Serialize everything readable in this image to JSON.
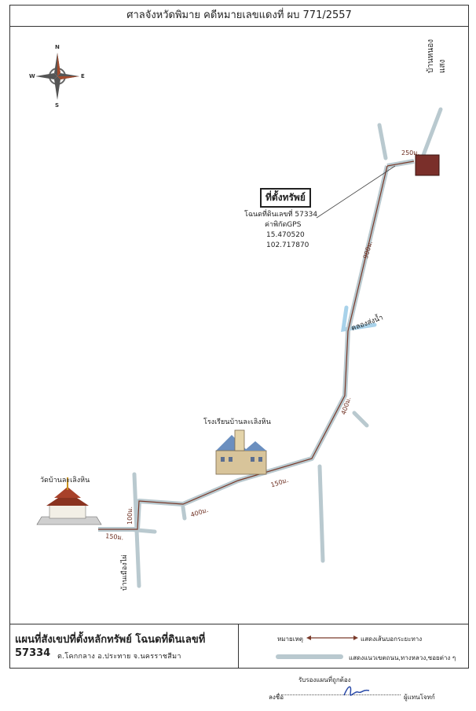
{
  "header": {
    "title": "ศาลจังหวัดพิมาย คดีหมายเลขแดงที่ ผบ 771/2557"
  },
  "compass": {
    "n": "N",
    "s": "S",
    "e": "E",
    "w": "W"
  },
  "property": {
    "heading": "ที่ตั้งทรัพย์",
    "deed": "โฉนดที่ดินเลขที่ 57334",
    "gps_label": "ค่าพิกัดGPS",
    "lat": "15.470520",
    "lon": "102.717870"
  },
  "places": {
    "village_ne": "บ้านหนองแสง",
    "canal": "คลองส่งน้ำ",
    "school": "โรงเรียนบ้านละเลิงหิน",
    "temple": "วัดบ้านละเลิงหิน",
    "village_sw": "บ้านเมืองไผ่"
  },
  "distances": {
    "d250": "250ม.",
    "d900": "900ม.",
    "d400a": "400ม.",
    "d150a": "150ม.",
    "d400b": "400ม.",
    "d100": "100ม.",
    "d150b": "150ม."
  },
  "legend": {
    "plan_title": "แผนที่สังเขปที่ตั้งหลักทรัพย์ โฉนดที่ดินเลขที่ 57334",
    "location": "ต.โคกกลาง  อ.ประทาย  จ.นครราชสีมา",
    "key_label": "หมายเหตุ",
    "arrow_desc": "แสดงเส้นบอกระยะทาง",
    "road_desc": "แสดงแนวเขตถนน,ทางหลวง,ซอยต่าง ๆ"
  },
  "footer": {
    "certify": "รับรองแผนที่ถูกต้อง",
    "sign_prefix": "ลงชื่อ",
    "sign_suffix": "ผู้แทนโจทก์"
  },
  "colors": {
    "road": "#b9c9cf",
    "route": "#7a3a2a",
    "plot": "#7a2f2a",
    "canal": "#a8d2ea"
  }
}
